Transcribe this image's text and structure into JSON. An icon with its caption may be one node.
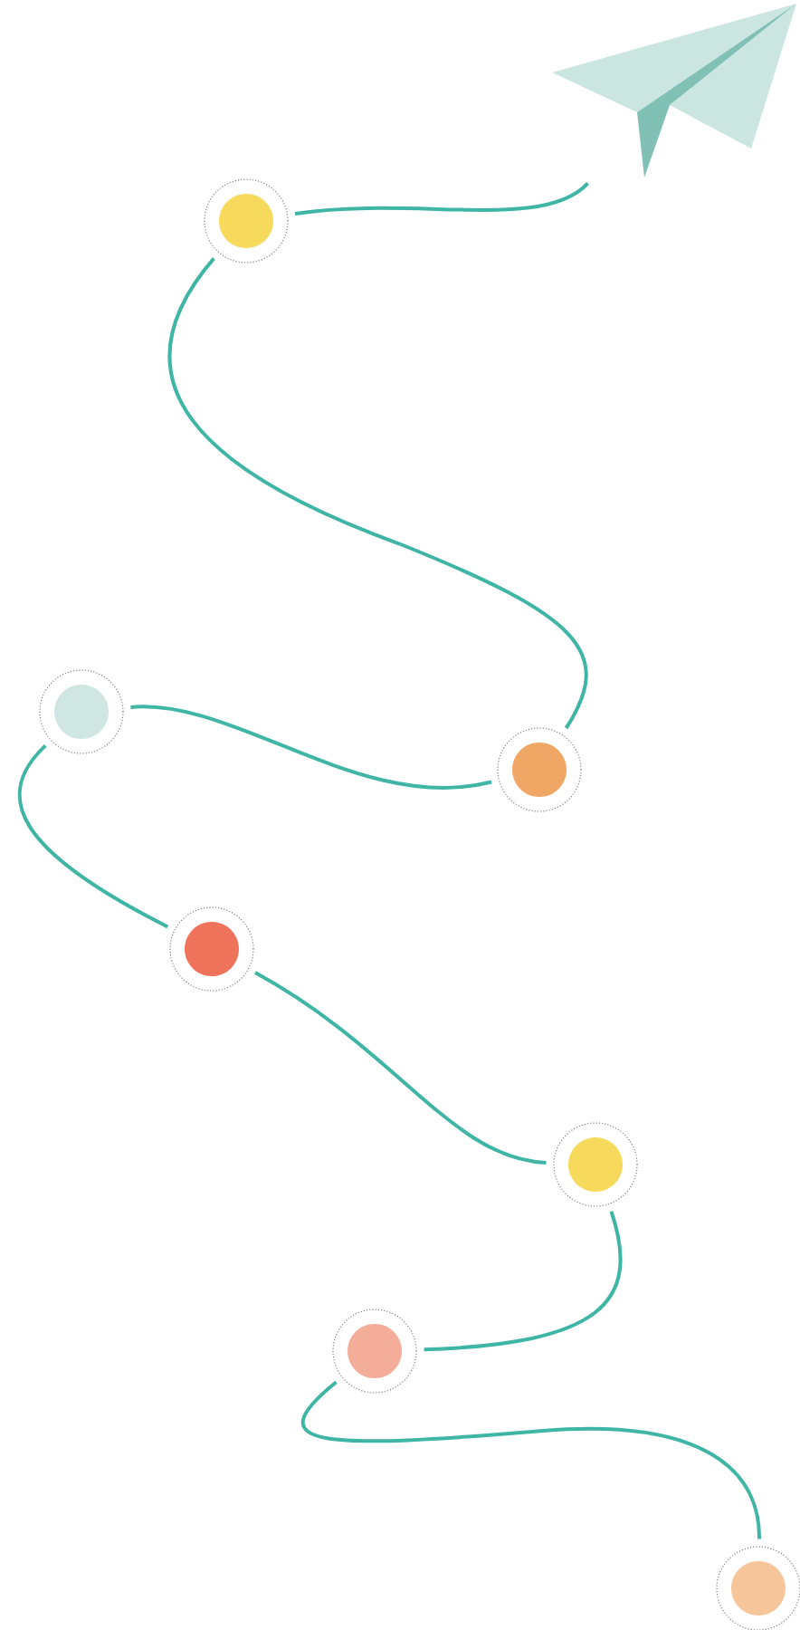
{
  "diagram": {
    "nodes": [
      {
        "text": [],
        "shape": "picture"
      },
      {
        "text": [],
        "shape": "circle"
      },
      {
        "text": [],
        "shape": "circle"
      },
      {
        "text": [],
        "shape": "circle"
      },
      {
        "text": [],
        "shape": "circle"
      },
      {
        "text": [],
        "shape": "circle"
      },
      {
        "text": [],
        "shape": "circle"
      },
      {
        "text": [],
        "shape": "circle"
      }
    ],
    "edges": [
      {
        "from": 0,
        "to": 1,
        "arrow": "none"
      },
      {
        "from": 1,
        "to": 2,
        "arrow": "none"
      },
      {
        "from": 2,
        "to": 3,
        "arrow": "none"
      },
      {
        "from": 3,
        "to": 4,
        "arrow": "none"
      },
      {
        "from": 4,
        "to": 5,
        "arrow": "none"
      },
      {
        "from": 5,
        "to": 6,
        "arrow": "none"
      },
      {
        "from": 6,
        "to": 7,
        "arrow": "none"
      }
    ]
  }
}
